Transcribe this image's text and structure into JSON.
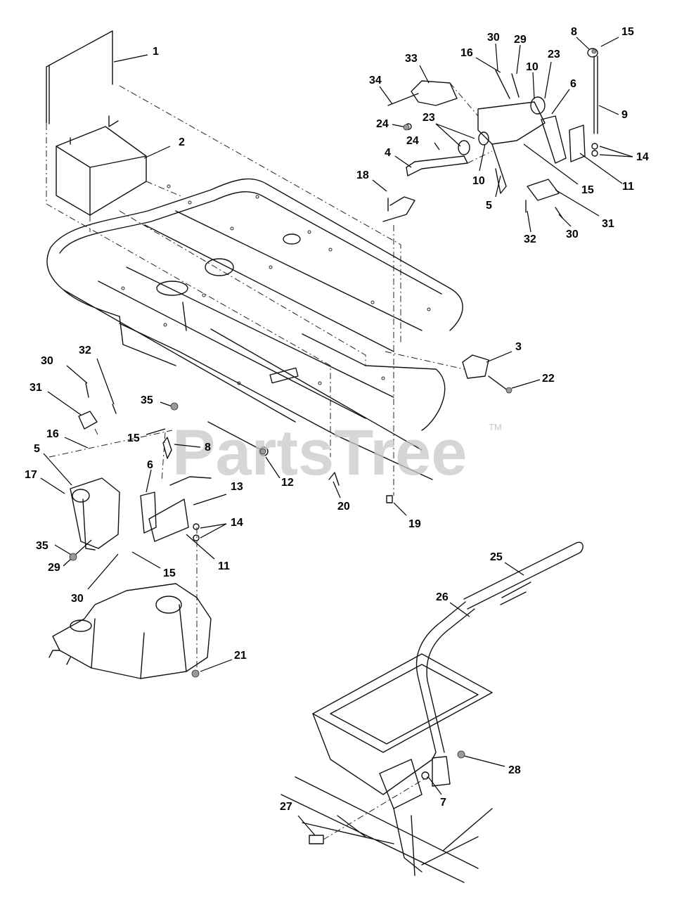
{
  "watermark": {
    "text": "PartsTree",
    "mark": "TM"
  },
  "callouts": [
    {
      "id": "c1",
      "label": "1"
    },
    {
      "id": "c2",
      "label": "2"
    },
    {
      "id": "c33",
      "label": "33"
    },
    {
      "id": "c34",
      "label": "34"
    },
    {
      "id": "c24a",
      "label": "24"
    },
    {
      "id": "c23a",
      "label": "23"
    },
    {
      "id": "c24b",
      "label": "24"
    },
    {
      "id": "c4",
      "label": "4"
    },
    {
      "id": "c18",
      "label": "18"
    },
    {
      "id": "c16a",
      "label": "16"
    },
    {
      "id": "c30a",
      "label": "30"
    },
    {
      "id": "c29a",
      "label": "29"
    },
    {
      "id": "c10a",
      "label": "10"
    },
    {
      "id": "c23b",
      "label": "23"
    },
    {
      "id": "c8a",
      "label": "8"
    },
    {
      "id": "c15a",
      "label": "15"
    },
    {
      "id": "c6a",
      "label": "6"
    },
    {
      "id": "c9",
      "label": "9"
    },
    {
      "id": "c14a",
      "label": "14"
    },
    {
      "id": "c11a",
      "label": "11"
    },
    {
      "id": "c10b",
      "label": "10"
    },
    {
      "id": "c5a",
      "label": "5"
    },
    {
      "id": "c15b",
      "label": "15"
    },
    {
      "id": "c31a",
      "label": "31"
    },
    {
      "id": "c32a",
      "label": "32"
    },
    {
      "id": "c30b",
      "label": "30"
    },
    {
      "id": "c3",
      "label": "3"
    },
    {
      "id": "c22",
      "label": "22"
    },
    {
      "id": "c30c",
      "label": "30"
    },
    {
      "id": "c32b",
      "label": "32"
    },
    {
      "id": "c31b",
      "label": "31"
    },
    {
      "id": "c35a",
      "label": "35"
    },
    {
      "id": "c16b",
      "label": "16"
    },
    {
      "id": "c15c",
      "label": "15"
    },
    {
      "id": "c8b",
      "label": "8"
    },
    {
      "id": "c5b",
      "label": "5"
    },
    {
      "id": "c17",
      "label": "17"
    },
    {
      "id": "c6b",
      "label": "6"
    },
    {
      "id": "c13",
      "label": "13"
    },
    {
      "id": "c12",
      "label": "12"
    },
    {
      "id": "c20",
      "label": "20"
    },
    {
      "id": "c19",
      "label": "19"
    },
    {
      "id": "c14b",
      "label": "14"
    },
    {
      "id": "c35b",
      "label": "35"
    },
    {
      "id": "c29b",
      "label": "29"
    },
    {
      "id": "c11b",
      "label": "11"
    },
    {
      "id": "c15d",
      "label": "15"
    },
    {
      "id": "c30d",
      "label": "30"
    },
    {
      "id": "c21",
      "label": "21"
    },
    {
      "id": "c25",
      "label": "25"
    },
    {
      "id": "c26",
      "label": "26"
    },
    {
      "id": "c28",
      "label": "28"
    },
    {
      "id": "c7",
      "label": "7"
    },
    {
      "id": "c27",
      "label": "27"
    }
  ]
}
